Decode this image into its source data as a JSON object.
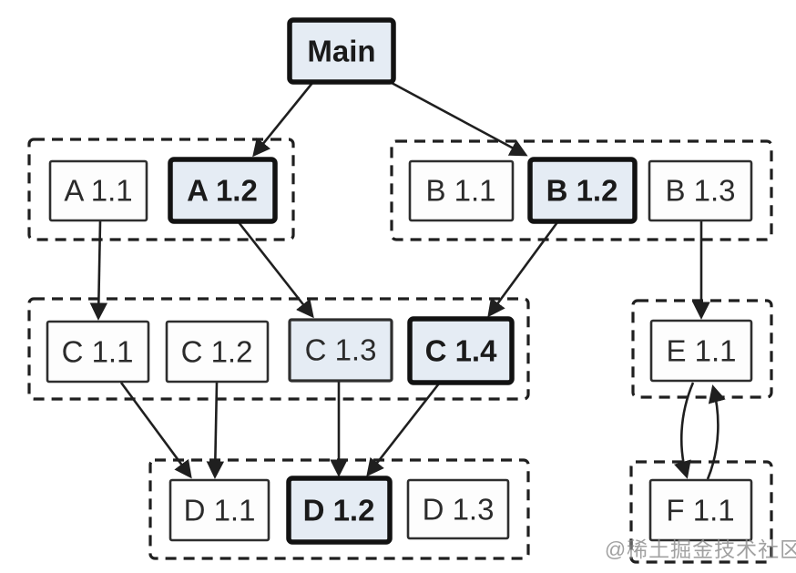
{
  "diagram": {
    "kind": "dependency-resolution-graph",
    "watermark": "@稀土掘金技术社区"
  },
  "colors": {
    "highlight_fill": "#e5ecf4",
    "node_border": "#1f1f1f",
    "edge": "#1f1f1f",
    "watermark": "#8a8a8a",
    "background": "#ffffff"
  },
  "nodes": {
    "main": {
      "label": "Main",
      "highlighted": true
    },
    "a11": {
      "label": "A 1.1",
      "highlighted": false
    },
    "a12": {
      "label": "A 1.2",
      "highlighted": true
    },
    "b11": {
      "label": "B 1.1",
      "highlighted": false
    },
    "b12": {
      "label": "B 1.2",
      "highlighted": true
    },
    "b13": {
      "label": "B 1.3",
      "highlighted": false
    },
    "c11": {
      "label": "C 1.1",
      "highlighted": false
    },
    "c12": {
      "label": "C 1.2",
      "highlighted": false
    },
    "c13": {
      "label": "C 1.3",
      "highlighted": "fill-only"
    },
    "c14": {
      "label": "C 1.4",
      "highlighted": true
    },
    "d11": {
      "label": "D 1.1",
      "highlighted": false
    },
    "d12": {
      "label": "D 1.2",
      "highlighted": true
    },
    "d13": {
      "label": "D 1.3",
      "highlighted": false
    },
    "e11": {
      "label": "E 1.1",
      "highlighted": false
    },
    "f11": {
      "label": "F 1.1",
      "highlighted": false
    }
  },
  "groups": {
    "group_a": [
      "A 1.1",
      "A 1.2"
    ],
    "group_b": [
      "B 1.1",
      "B 1.2",
      "B 1.3"
    ],
    "group_c": [
      "C 1.1",
      "C 1.2",
      "C 1.3",
      "C 1.4"
    ],
    "group_e": [
      "E 1.1"
    ],
    "group_d": [
      "D 1.1",
      "D 1.2",
      "D 1.3"
    ],
    "group_f": [
      "F 1.1"
    ]
  },
  "edges": [
    {
      "from": "Main",
      "to": "A 1.2"
    },
    {
      "from": "Main",
      "to": "B 1.2"
    },
    {
      "from": "A 1.1",
      "to": "C 1.1"
    },
    {
      "from": "A 1.2",
      "to": "C 1.3"
    },
    {
      "from": "B 1.2",
      "to": "C 1.4"
    },
    {
      "from": "B 1.3",
      "to": "E 1.1"
    },
    {
      "from": "C 1.1",
      "to": "D 1.1"
    },
    {
      "from": "C 1.2",
      "to": "D 1.1"
    },
    {
      "from": "C 1.3",
      "to": "D 1.2"
    },
    {
      "from": "C 1.4",
      "to": "D 1.2"
    },
    {
      "from": "E 1.1",
      "to": "F 1.1",
      "curved": true
    },
    {
      "from": "F 1.1",
      "to": "E 1.1",
      "curved": true
    }
  ]
}
